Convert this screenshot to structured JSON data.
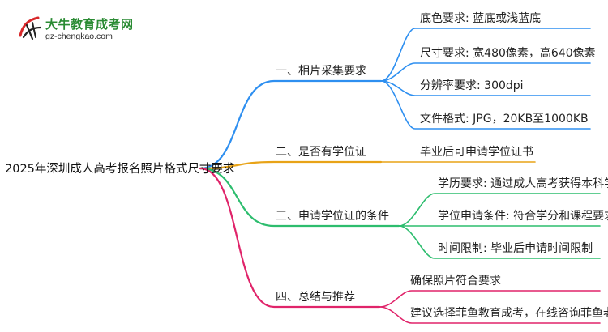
{
  "logo": {
    "title": "大牛教育成考网",
    "url": "gz-chengkao.com"
  },
  "root": "2025年深圳成人高考报名照片格式尺寸要求",
  "branches": [
    {
      "label": "一、相片采集要求",
      "color": "#2e8ff0",
      "children": [
        "底色要求: 蓝底或浅蓝底",
        "尺寸要求: 宽480像素，高640像素",
        "分辨率要求: 300dpi",
        "文件格式: JPG，20KB至1000KB"
      ]
    },
    {
      "label": "二、是否有学位证",
      "color": "#e8a317",
      "children": [
        "毕业后可申请学位证书"
      ]
    },
    {
      "label": "三、申请学位证的条件",
      "color": "#2dbd6e",
      "children": [
        "学历要求: 通过成人高考获得本科学历",
        "学位申请条件: 符合学分和课程要求",
        "时间限制: 毕业后申请时间限制"
      ]
    },
    {
      "label": "四、总结与推荐",
      "color": "#e0246a",
      "children": [
        "确保照片符合要求",
        "建议选择菲鱼教育成考，在线咨询菲鱼老师"
      ]
    }
  ]
}
